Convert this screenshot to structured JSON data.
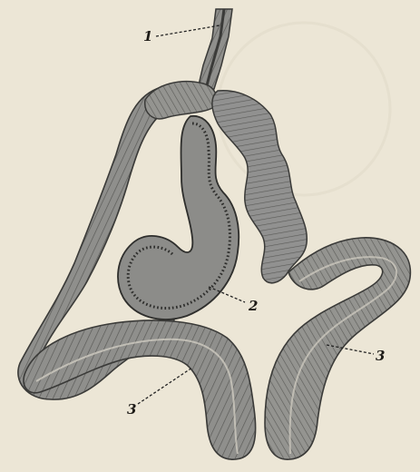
{
  "figure": {
    "callouts": [
      {
        "id": "c1",
        "text": "1"
      },
      {
        "id": "c2",
        "text": "2"
      },
      {
        "id": "c3a",
        "text": "3"
      },
      {
        "id": "c3b",
        "text": "3"
      }
    ],
    "colors": {
      "paper": "#ece6d6",
      "tissue": "#8f8f8c",
      "tissue_light": "#b3b2ad",
      "tissue_dark": "#4a4a48",
      "ink": "#1c1a16"
    }
  }
}
